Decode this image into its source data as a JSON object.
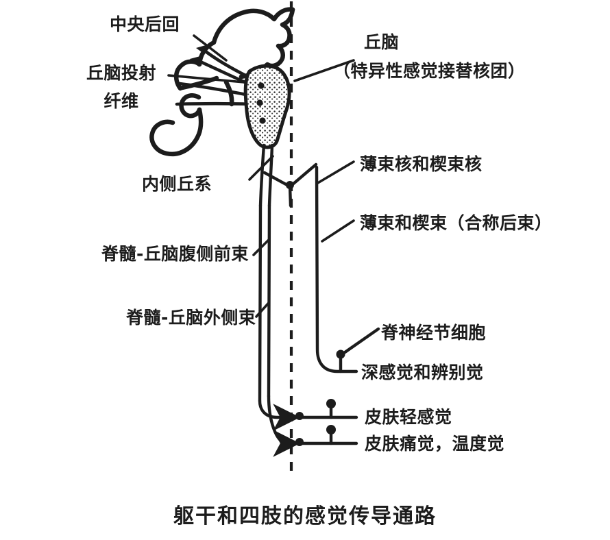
{
  "figure": {
    "caption": "躯干和四肢的感觉传导通路",
    "background_color": "#ffffff",
    "ink_color": "#1c1c1c"
  },
  "labels": {
    "postcentral_gyrus": "中央后回",
    "thalamic_projection_fibers_line1": "丘脑投射",
    "thalamic_projection_fibers_line2": "纤维",
    "thalamus_line1": "丘脑",
    "thalamus_line2": "（特异性感觉接替核团）",
    "medial_lemniscus": "内侧丘系",
    "gracile_cuneate_nuclei": "薄束核和楔束核",
    "gracile_cuneate_fasciculi": "薄束和楔束（合称后束）",
    "spinothalamic_ventral_anterior": "脊髓-丘脑腹侧前束",
    "spinothalamic_lateral": "脊髓-丘脑外侧束",
    "spinal_ganglion_cell": "脊神经节细胞",
    "deep_sensation_discrimination": "深感觉和辨别觉",
    "skin_light_touch": "皮肤轻感觉",
    "skin_pain_temperature": "皮肤痛觉，温度觉"
  },
  "structures": {
    "midline": "midline-dashed-axis",
    "thalamus_nucleus": "stippled-thalamus-blob",
    "cerebral_cortex": "cortex-outline",
    "spinal_cord": "spinal-cord-tracts",
    "ganglion_dot": "ganglion-cell-dot",
    "synapse_node": "synapse-node",
    "arrowhead": "directional-arrowhead"
  }
}
